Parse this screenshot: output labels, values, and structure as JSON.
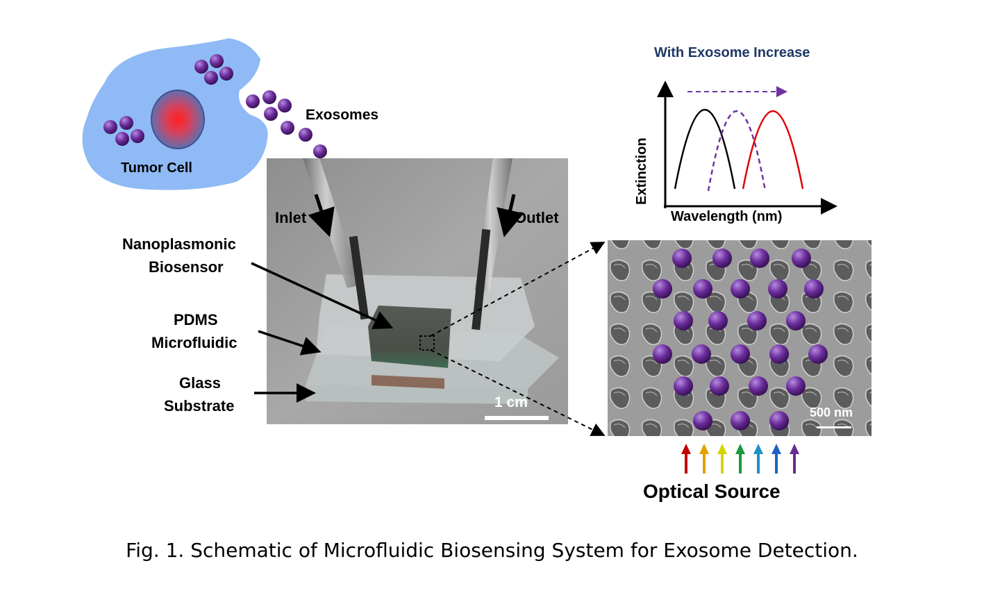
{
  "cell": {
    "label": "Tumor Cell"
  },
  "exosomes": {
    "label": "Exosomes"
  },
  "device": {
    "inlet": "Inlet",
    "outlet": "Outlet",
    "sensor_label_line1": "Nanoplasmonic",
    "sensor_label_line2": "Biosensor",
    "pdms_label_line1": "PDMS",
    "pdms_label_line2": "Microfluidic",
    "glass_label_line1": "Glass",
    "glass_label_line2": "Substrate",
    "scale_bar": "1 cm"
  },
  "plot": {
    "title": "With Exosome Increase",
    "ylabel": "Extinction",
    "xlabel": "Wavelength (nm)",
    "colors": {
      "original": "#000000",
      "shift": "#7030a0",
      "shifted": "#e00000"
    }
  },
  "sem": {
    "scale_bar": "500 nm"
  },
  "optical": {
    "label": "Optical Source",
    "arrow_colors": [
      "#c00000",
      "#e0a000",
      "#d4d400",
      "#1a9a3a",
      "#1e90c8",
      "#2060c0",
      "#6a2c91"
    ]
  },
  "caption": "Fig. 1. Schematic of Microfluidic Biosensing System for Exosome Detection."
}
